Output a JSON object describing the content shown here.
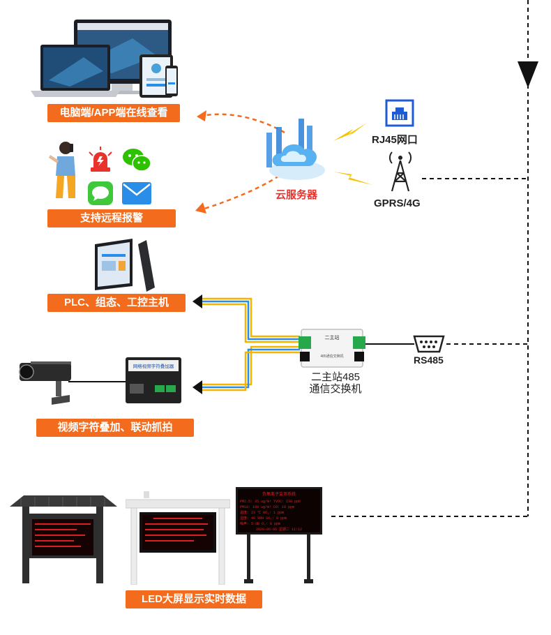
{
  "labels": {
    "pc_app": "电脑端/APP端在线查看",
    "remote_alarm": "支持远程报警",
    "plc": "PLC、组态、工控主机",
    "video": "视频字符叠加、联动抓拍",
    "led": "LED大屏显示实时数据",
    "cloud": "云服务器",
    "rj45": "RJ45网口",
    "gprs": "GPRS/4G",
    "rs485": "RS485",
    "switch_line1": "二主站485",
    "switch_line2": "通信交换机"
  },
  "device_text": {
    "switch_face": "二主站",
    "switch_face_sub": "485通信交换机",
    "video_box_title": "网络视频字符叠加器",
    "led_sign_title": "负氧离子监测系统",
    "led_sign_rows": [
      "PM2.5: 35  ug/m³  TVOC: 230 ppb",
      "PM10: 100  ug/m³  CO:   10  ppm",
      "温度:  23   ℃     NO₂:  1   ppm",
      "湿度:  40   %RH   SO₂:  0   ppm",
      "噪声:   5   dB    O₃:   0   ppm"
    ],
    "led_sign_date": "2020-06-06 星期二 11:12"
  },
  "icons": [
    "devices-icon",
    "person-phone-icon",
    "alarm-light-icon",
    "wechat-icon",
    "message-icon",
    "mail-icon",
    "cloud-server-icon",
    "rj45-port-icon",
    "antenna-tower-icon",
    "touch-panel-icon",
    "switch-module-icon",
    "db9-connector-icon",
    "camera-icon",
    "overlay-box-icon",
    "pavilion-screen-icon",
    "billboard-screen-icon",
    "sign-screen-icon"
  ],
  "colors": {
    "label_bg": "#f36b1c",
    "cloud_text": "#e8322c",
    "dashed_arrow": "#f36b1c",
    "line_blue": "#2a8ee8",
    "line_yellow": "#f5b400",
    "lightning": "#f5c400"
  }
}
